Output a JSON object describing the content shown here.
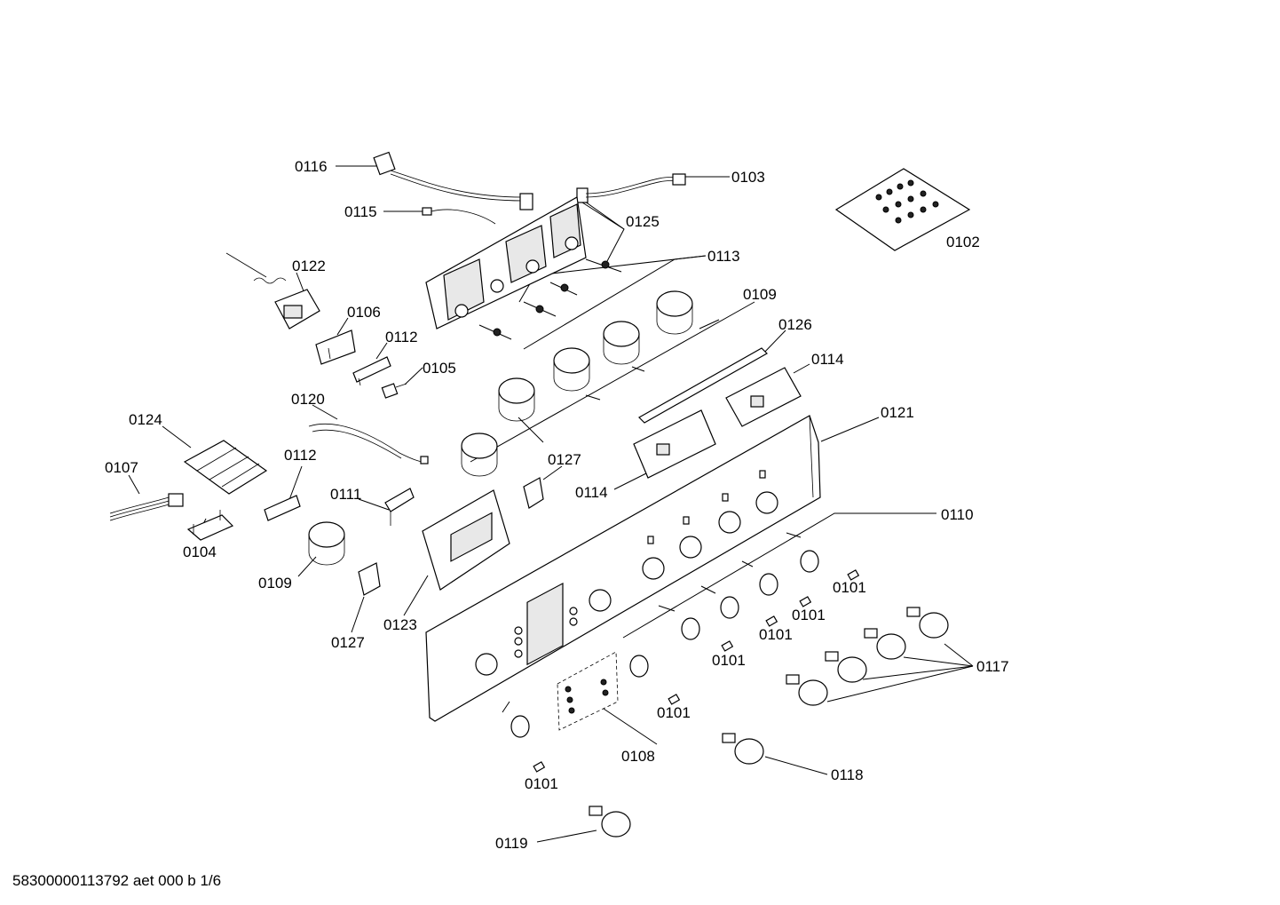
{
  "labels": {
    "p0116": "0116",
    "p0103": "0103",
    "p0115": "0115",
    "p0125": "0125",
    "p0102": "0102",
    "p0122": "0122",
    "p0113": "0113",
    "p0106": "0106",
    "p0109a": "0109",
    "p0112a": "0112",
    "p0126": "0126",
    "p0105": "0105",
    "p0114a": "0114",
    "p0120": "0120",
    "p0121": "0121",
    "p0124": "0124",
    "p0127a": "0127",
    "p0107": "0107",
    "p0112b": "0112",
    "p0114b": "0114",
    "p0111": "0111",
    "p0110": "0110",
    "p0104": "0104",
    "p0101a": "0101",
    "p0109b": "0109",
    "p0101b": "0101",
    "p0123": "0123",
    "p0101c": "0101",
    "p0127b": "0127",
    "p0117": "0117",
    "p0101d": "0101",
    "p0101e": "0101",
    "p0108": "0108",
    "p0118": "0118",
    "p0101f": "0101",
    "p0119": "0119"
  },
  "footer": {
    "document_id": "58300000113792 aet 000 b 1/6"
  }
}
